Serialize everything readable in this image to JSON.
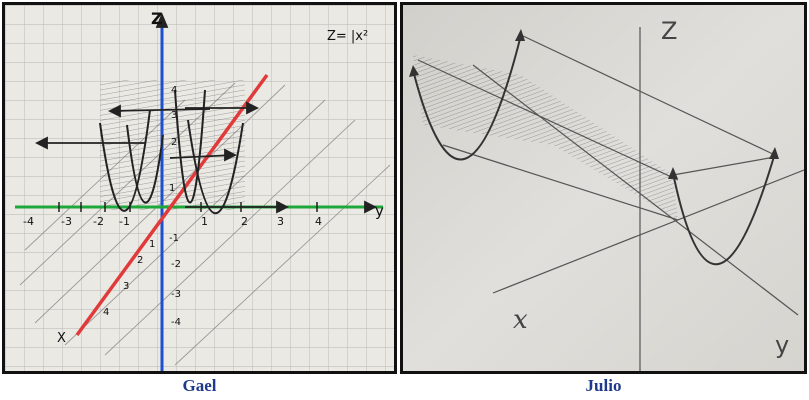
{
  "gael": {
    "caption": "Gael",
    "equation": "Z= |x²",
    "z_axis_label": "Z",
    "y_axis_label": "y",
    "x_axis_label": "X",
    "y_ticks_pos": [
      "1",
      "2",
      "3",
      "4"
    ],
    "y_ticks_neg": [
      "-1",
      "-2",
      "-3",
      "-4"
    ],
    "z_ticks_pos": [
      "1",
      "2",
      "3",
      "4"
    ],
    "z_ticks_neg": [
      "-1",
      "-2",
      "-3",
      "-4"
    ],
    "x_ticks": [
      "1",
      "2",
      "3",
      "4"
    ],
    "axis_colors": {
      "z": "#1f4fd1",
      "y": "#1fa83a",
      "x": "#e03a3a"
    }
  },
  "julio": {
    "caption": "Julio",
    "z_axis_label": "Z",
    "x_axis_label": "x",
    "y_axis_label": "y"
  }
}
